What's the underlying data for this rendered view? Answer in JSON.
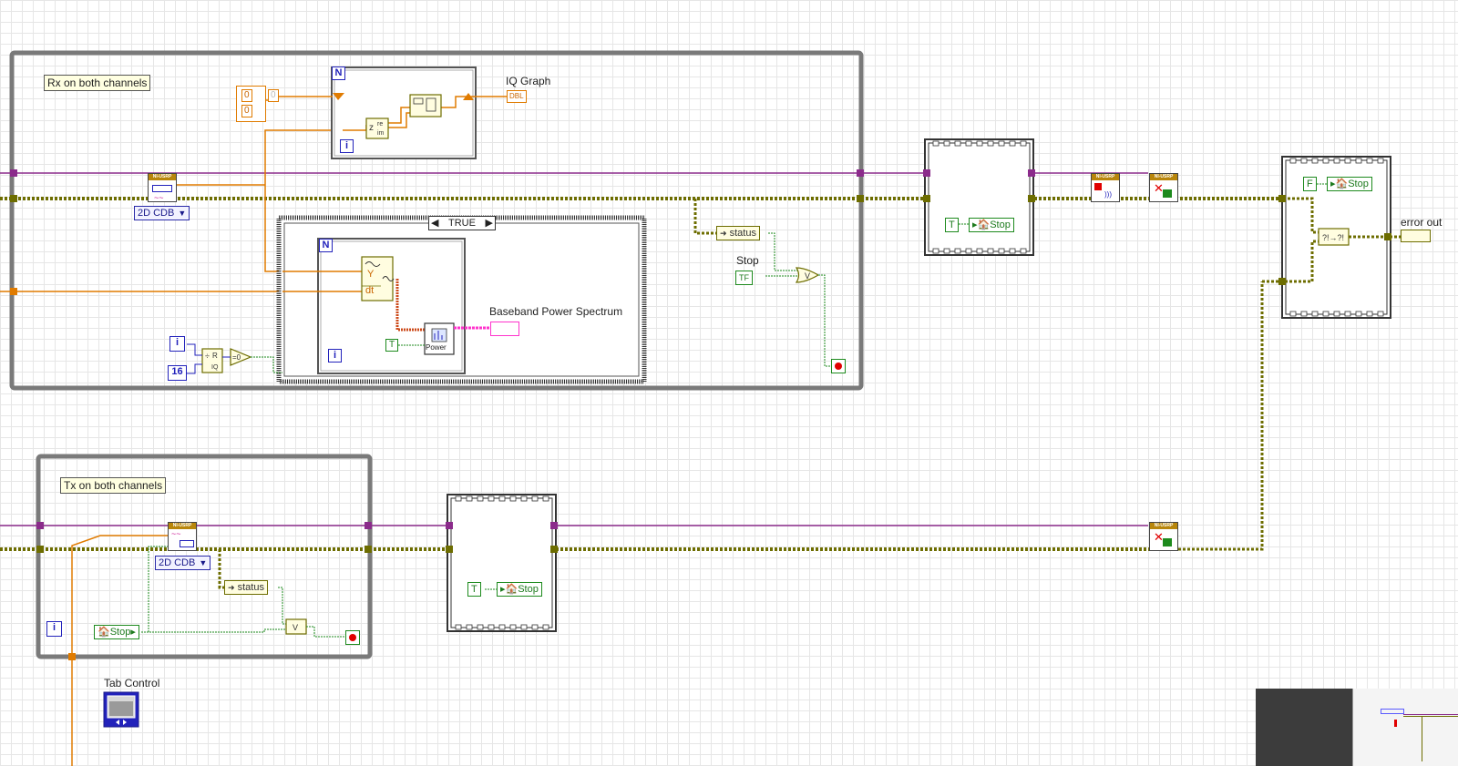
{
  "rx_structure": {
    "comment": "Rx on both channels",
    "iq_graph_label": "IQ Graph",
    "iq_graph_terminal": "DBL",
    "array_const_values": [
      "0",
      "0"
    ],
    "array_index_value": "0",
    "iq_dtype_label": "2D CDB",
    "case_selector_value": "TRUE",
    "power_label": "Power",
    "spectrum_label": "Baseband Power Spectrum",
    "inner_dt_label": "dt",
    "inner_y_label": "Y",
    "iter_const_16": "16",
    "status_label": "status",
    "stop_label": "Stop",
    "stop_terminal": "TF",
    "true_const": "T"
  },
  "mid_frame_rx": {
    "true_const": "T",
    "stop_local": "Stop"
  },
  "tx_structure": {
    "comment": "Tx on both channels",
    "iq_dtype_label": "2D CDB",
    "status_label": "status",
    "stop_local": "Stop"
  },
  "mid_frame_tx": {
    "true_const": "T",
    "stop_local": "Stop"
  },
  "right_frame": {
    "false_const": "F",
    "stop_local": "Stop",
    "error_out_label": "error out"
  },
  "tab_control_label": "Tab Control",
  "node_labels": {
    "usrp_header": "NI-USRP",
    "loop_count": "N",
    "loop_iter": "i",
    "or_gate": "V"
  },
  "colors": {
    "background": "#ffffff",
    "grid": "#e6e6e6",
    "error_wire": "#6d6d00",
    "session_wire": "#8b2b8b",
    "numeric_wire": "#e07b00",
    "boolean_wire": "#1d8a1d",
    "waveform_wire": "#ff33cc",
    "structure_frame": "#7a7a7a"
  }
}
